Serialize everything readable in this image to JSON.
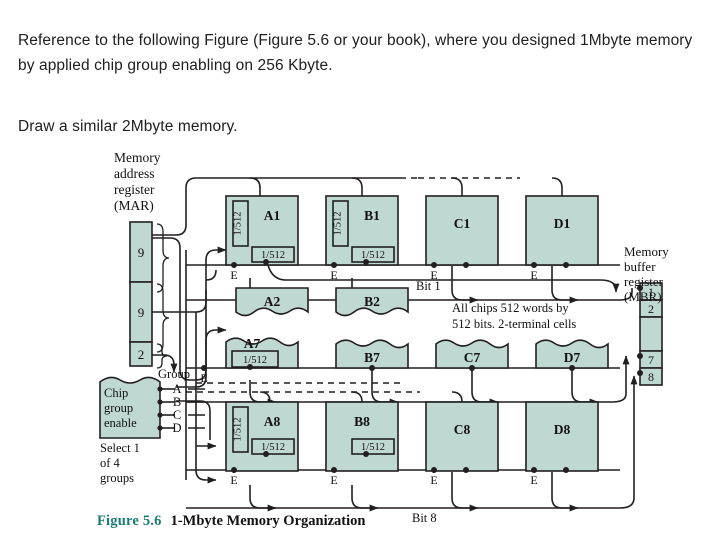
{
  "question": {
    "paragraph1": "Reference to the following Figure (Figure 5.6 or your book), where you designed 1Mbyte memory by applied chip group enabling on 256 Kbyte.",
    "paragraph2": "Draw a similar 2Mbyte memory."
  },
  "figure": {
    "caption_number": "Figure 5.6",
    "caption_title": "1-Mbyte Memory Organization",
    "colors": {
      "chip_fill": "#bfd8d2",
      "stroke": "#231f20",
      "caption_accent": "#1c7d72",
      "page_background": "#ffffff"
    },
    "mar": {
      "title_lines": [
        "Memory",
        "address",
        "register",
        "(MAR)"
      ],
      "cells": [
        {
          "label": "9"
        },
        {
          "label": "9"
        },
        {
          "label": "2"
        }
      ]
    },
    "mbr": {
      "title_lines": [
        "Memory",
        "buffer",
        "register",
        "(MBR)"
      ],
      "cells": [
        {
          "label": "1"
        },
        {
          "label": "2"
        },
        {
          "label": ""
        },
        {
          "label": "7"
        },
        {
          "label": "8"
        }
      ]
    },
    "chip_group_enable": {
      "box_lines": [
        "Chip",
        "group",
        "enable"
      ],
      "group_heading": "Group",
      "group_outputs": [
        "A",
        "B",
        "C",
        "D"
      ],
      "note_lines": [
        "Select 1",
        "of 4",
        "groups"
      ]
    },
    "notes": {
      "bit_top": "Bit 1",
      "bit_bottom": "Bit 8",
      "all_chips_line1": "All chips 512 words by",
      "all_chips_line2": "512 bits. 2-terminal cells"
    },
    "decoder_label": "1/512",
    "enable_label": "E",
    "rows": [
      {
        "row_id": "row-1",
        "chips": [
          {
            "name": "A1",
            "style": "full",
            "decoders": [
              "vertical",
              "horizontal"
            ],
            "enable": "E"
          },
          {
            "name": "B1",
            "style": "full",
            "decoders": [
              "vertical",
              "horizontal"
            ],
            "enable": "E"
          },
          {
            "name": "C1",
            "style": "full",
            "decoders": [],
            "enable": "E"
          },
          {
            "name": "D1",
            "style": "full",
            "decoders": [],
            "enable": "E"
          }
        ]
      },
      {
        "row_id": "row-2",
        "chips": [
          {
            "name": "A2",
            "style": "torn-bottom",
            "decoders": [],
            "enable": ""
          },
          {
            "name": "B2",
            "style": "torn-bottom",
            "decoders": [],
            "enable": ""
          }
        ]
      },
      {
        "row_id": "row-7",
        "chips": [
          {
            "name": "A7",
            "style": "torn-top",
            "decoders": [
              "horizontal"
            ],
            "enable": "E"
          },
          {
            "name": "B7",
            "style": "torn-top",
            "decoders": [],
            "enable": ""
          },
          {
            "name": "C7",
            "style": "torn-top",
            "decoders": [],
            "enable": ""
          },
          {
            "name": "D7",
            "style": "torn-top",
            "decoders": [],
            "enable": ""
          }
        ]
      },
      {
        "row_id": "row-8",
        "chips": [
          {
            "name": "A8",
            "style": "full",
            "decoders": [
              "vertical",
              "horizontal"
            ],
            "enable": "E"
          },
          {
            "name": "B8",
            "style": "full",
            "decoders": [
              "horizontal"
            ],
            "enable": "E"
          },
          {
            "name": "C8",
            "style": "full",
            "decoders": [],
            "enable": "E"
          },
          {
            "name": "D8",
            "style": "full",
            "decoders": [],
            "enable": "E"
          }
        ]
      }
    ]
  }
}
